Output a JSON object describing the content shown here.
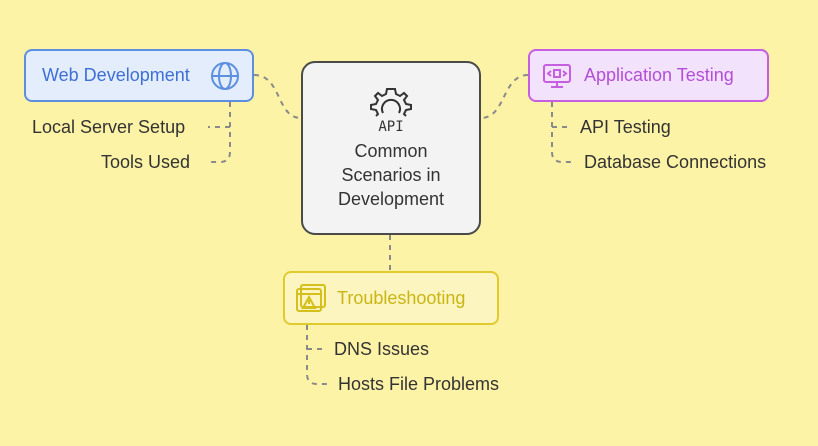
{
  "center": {
    "title": "Common Scenarios in Development",
    "icon": "gear-api-icon"
  },
  "branches": {
    "web": {
      "label": "Web Development",
      "icon": "globe-icon",
      "color": "#5c8fe0",
      "items": [
        "Local Server Setup",
        "Tools Used"
      ]
    },
    "app": {
      "label": "Application Testing",
      "icon": "code-monitor-icon",
      "color": "#c55ee0",
      "items": [
        "API Testing",
        "Database Connections"
      ]
    },
    "trouble": {
      "label": "Troubleshooting",
      "icon": "warning-window-icon",
      "color": "#e0cb2e",
      "items": [
        "DNS Issues",
        "Hosts File Problems"
      ]
    }
  },
  "colors": {
    "background": "#fdf3a6",
    "connector": "#8a8a8a",
    "text": "#333333"
  }
}
